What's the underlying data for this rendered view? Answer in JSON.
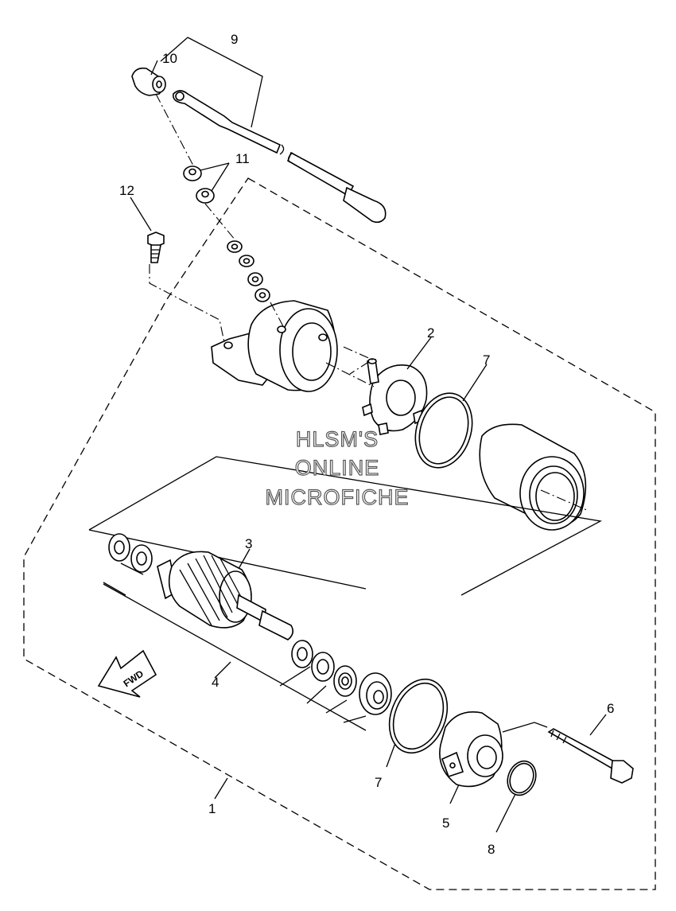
{
  "watermark": {
    "line1": "HLSM'S",
    "line2": "ONLINE",
    "line3": "MICROFICHE"
  },
  "arrow_label": "FWD",
  "callouts": {
    "c1": "1",
    "c2": "2",
    "c3": "3",
    "c4": "4",
    "c5": "5",
    "c6": "6",
    "c7a": "7",
    "c7b": "7",
    "c8": "8",
    "c9": "9",
    "c10": "10",
    "c11": "11",
    "c12": "12"
  },
  "parts": [
    {
      "ref": "1",
      "name": "starter-motor-assembly"
    },
    {
      "ref": "2",
      "name": "brush-holder-plate"
    },
    {
      "ref": "3",
      "name": "armature"
    },
    {
      "ref": "4",
      "name": "washer-set"
    },
    {
      "ref": "5",
      "name": "front-cover"
    },
    {
      "ref": "6",
      "name": "through-bolt"
    },
    {
      "ref": "7",
      "name": "o-ring"
    },
    {
      "ref": "8",
      "name": "o-ring-small"
    },
    {
      "ref": "9",
      "name": "starter-cable"
    },
    {
      "ref": "10",
      "name": "terminal-cap"
    },
    {
      "ref": "11",
      "name": "nut"
    },
    {
      "ref": "12",
      "name": "bolt"
    }
  ],
  "colors": {
    "line": "#000000",
    "background": "#ffffff",
    "watermark_outline": "#555555"
  }
}
